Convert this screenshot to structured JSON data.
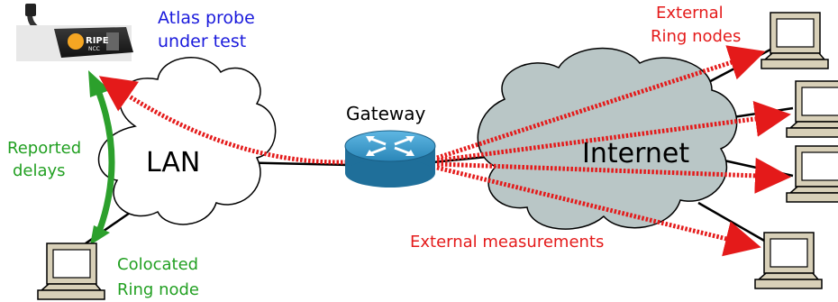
{
  "labels": {
    "probe": [
      "Atlas probe",
      "under test"
    ],
    "probe_logo": "RIPE",
    "probe_logo_sub": "NCC",
    "lan": "LAN",
    "gateway": "Gateway",
    "internet": "Internet",
    "reported": [
      "Reported",
      "delays"
    ],
    "colocated": [
      "Colocated",
      "Ring node"
    ],
    "external_ring": [
      "External",
      "Ring nodes"
    ],
    "external_measurements": "External measurements"
  },
  "colors": {
    "blue_text": "#1a1adc",
    "red": "#e41a1a",
    "green": "#2ca02c",
    "green_text": "#22a022",
    "cloud_lan": "#ffffff",
    "cloud_internet": "#b9c6c6",
    "router": "#2f8fbf"
  }
}
